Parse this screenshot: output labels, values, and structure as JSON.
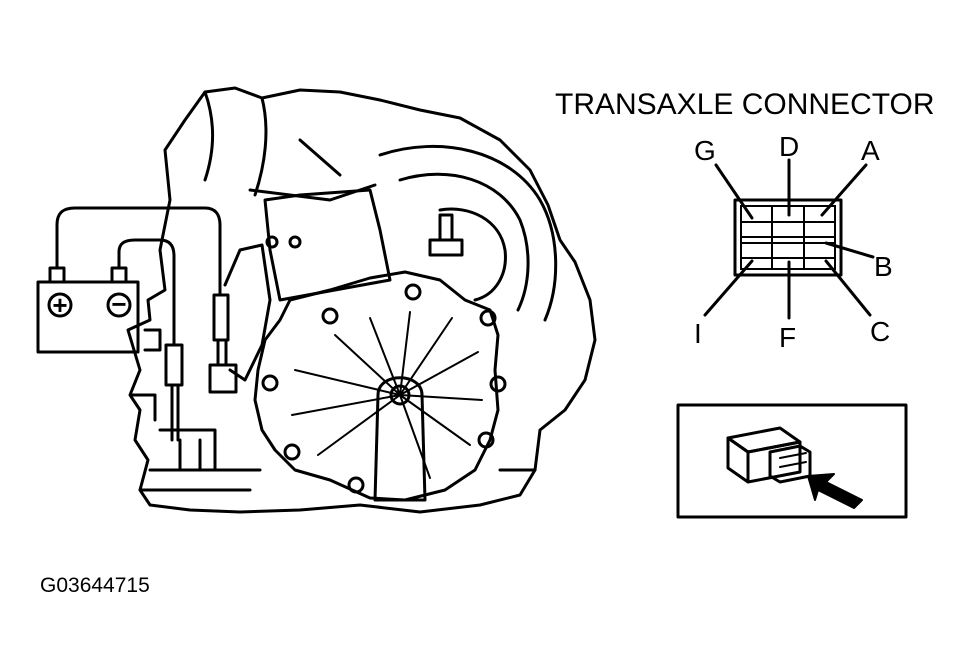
{
  "connector": {
    "title": "TRANSAXLE CONNECTOR",
    "pins": {
      "g": "G",
      "d": "D",
      "a": "A",
      "b": "B",
      "i": "I",
      "f": "F",
      "c": "C"
    }
  },
  "battery": {
    "positive_symbol": "+",
    "negative_symbol": "−"
  },
  "figure_id": "G03644715"
}
